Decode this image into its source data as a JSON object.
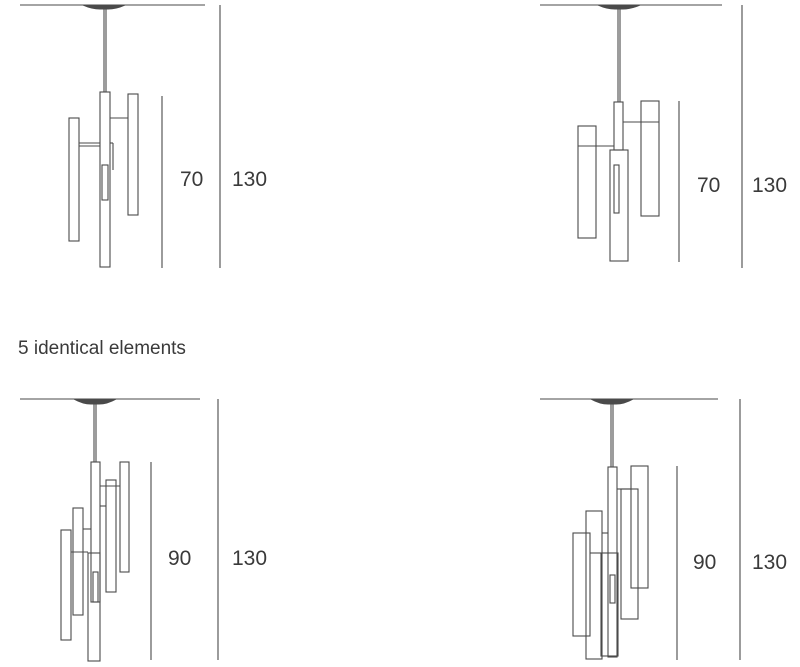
{
  "caption": "5 identical elements",
  "line_color": "#4a4a4a",
  "fixtures": [
    {
      "name": "three-element-fixture-a",
      "inner_dimension": "70",
      "total_dimension": "130"
    },
    {
      "name": "three-element-fixture-b",
      "inner_dimension": "70",
      "total_dimension": "130"
    },
    {
      "name": "five-element-fixture-a",
      "inner_dimension": "90",
      "total_dimension": "130"
    },
    {
      "name": "five-element-fixture-b",
      "inner_dimension": "90",
      "total_dimension": "130"
    }
  ]
}
